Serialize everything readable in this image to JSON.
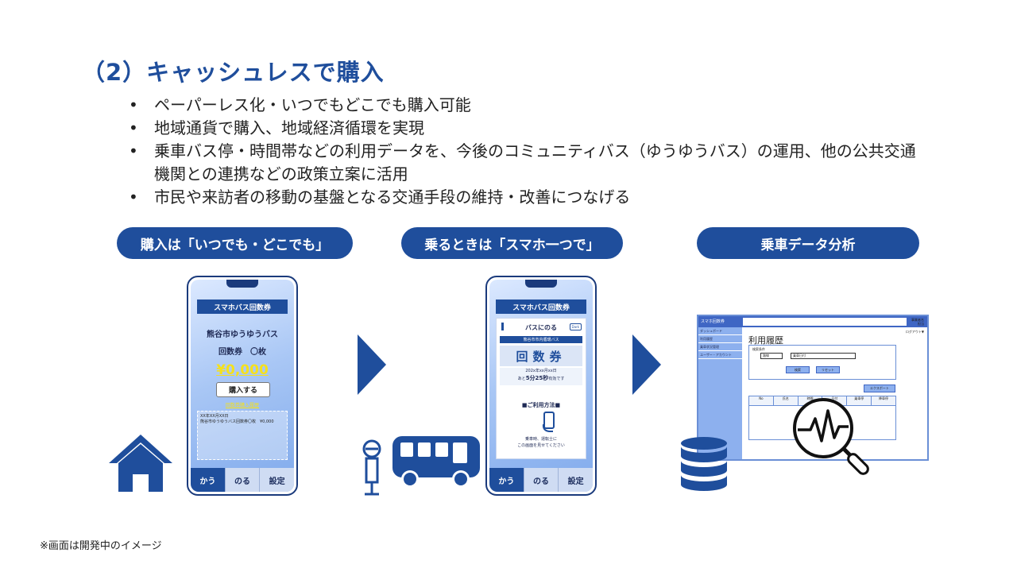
{
  "title": "（2）キャッシュレスで購入",
  "bullets": [
    "ペーパーレス化・いつでもどこでも購入可能",
    "地域通貨で購入、地域経済循環を実現",
    "乗車バス停・時間帯などの利用データを、今後のコミュニティバス（ゆうゆうバス）の運用、他の公共交通機関との連携などの政策立案に活用",
    "市民や来訪者の移動の基盤となる交通手段の維持・改善につなげる"
  ],
  "bullet_mark": "•",
  "pills": {
    "purchase": "購入は「いつでも・どこでも」",
    "ride": "乗るときは「スマホ一つで」",
    "analysis": "乗車データ分析"
  },
  "phone1": {
    "header": "スマホバス回数券",
    "line1": "熊谷市ゆうゆうバス",
    "line2": "回数券　〇枚",
    "price": "¥0,000",
    "buy_button": "購入する",
    "history_link": "回数券購入履歴",
    "history_line1": "XX年XX月XX日",
    "history_line2": "熊谷市ゆうゆうバス回数券〇枚　¥0,000",
    "tabs": [
      "かう",
      "のる",
      "設定"
    ]
  },
  "phone2": {
    "header": "スマホバス回数券",
    "title": "バスにのる",
    "badge": "Dark",
    "bar": "熊谷市市内循環バス",
    "ticket": "回数券",
    "time_date": "202x年xx月xx日",
    "time_prefix": "あと",
    "time_value": "5分25秒",
    "time_suffix": "有効です",
    "usage_title": "■ご利用方法■",
    "usage_line1": "乗車時、運転士に",
    "usage_line2": "この画面を見せてください",
    "tabs": [
      "かう",
      "のる",
      "設定"
    ]
  },
  "dashboard": {
    "app_name": "スマホ回数券",
    "user_info": "事業者名",
    "user_name": "担当",
    "logout": "ログアウト▼",
    "menu": [
      "ダッシュボード",
      "利用履歴",
      "乗車状況管理",
      "ユーザー・アカウント"
    ],
    "page_title": "利用履歴",
    "search_label": "検索条件",
    "route_label": "路線",
    "date_label": "乗車日付",
    "search_button": "検索",
    "reset_button": "リセット",
    "export_button": "エクスポート",
    "table_cols": [
      "No",
      "氏名",
      "時間",
      "日付",
      "乗車停",
      "降車停"
    ]
  },
  "footnote": "※画面は開発中のイメージ",
  "colors": {
    "brand": "#1f4e9c",
    "accent_yellow": "#f5e11c"
  }
}
